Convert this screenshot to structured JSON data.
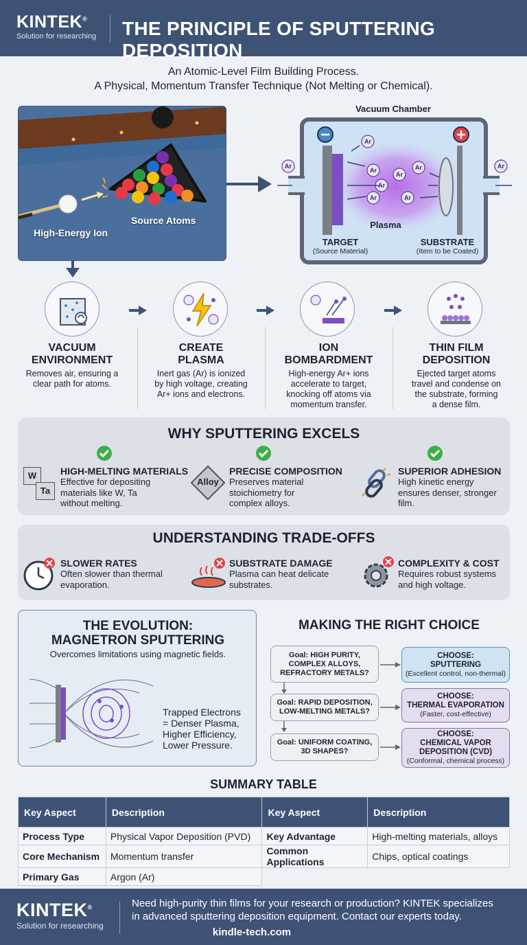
{
  "brand": {
    "name": "KINTEK",
    "tagline": "Solution for researching"
  },
  "title": "THE PRINCIPLE OF SPUTTERING DEPOSITION",
  "intro": [
    "An Atomic-Level Film Building Process.",
    "A Physical, Momentum Transfer Technique (Not Melting or Chemical)."
  ],
  "analogy": {
    "ion_label": "High-Energy Ion",
    "atoms_label": "Source Atoms"
  },
  "chamber": {
    "title": "Vacuum Chamber",
    "plasma": "Plasma",
    "ion": "Ar",
    "ion_side": "Aг",
    "target": "TARGET",
    "target_sub": "(Source Material)",
    "substrate": "SUBSTRATE",
    "substrate_sub": "(Item to be Coated)"
  },
  "steps": [
    {
      "title": [
        "VACUUM",
        "ENVIRONMENT"
      ],
      "desc": [
        "Removes air, ensuring a",
        "clear path for atoms."
      ]
    },
    {
      "title": [
        "CREATE",
        "PLASMA"
      ],
      "desc": [
        "Inert gas (Ar) is ionized",
        "by high voltage, creating",
        "Ar+ ions and electrons."
      ]
    },
    {
      "title": [
        "ION",
        "BOMBARDMENT"
      ],
      "desc": [
        "High-energy Ar+ ions",
        "accelerate to target,",
        "knocking off atoms via",
        "momentum transfer."
      ]
    },
    {
      "title": [
        "THIN FILM",
        "DEPOSITION"
      ],
      "desc": [
        "Ejected target atoms",
        "travel and condense on",
        "the substrate, forming",
        "a dense film."
      ]
    }
  ],
  "why": {
    "title": "WHY SPUTTERING EXCELS",
    "items": [
      {
        "title": "HIGH-MELTING MATERIALS",
        "desc": [
          "Effective for depositing",
          "materials like W, Ta",
          "without melting."
        ],
        "icon_text": [
          "W",
          "Ta"
        ]
      },
      {
        "title": "PRECISE COMPOSITION",
        "desc": [
          "Preserves material",
          "stoichiometry for",
          "complex alloys."
        ],
        "icon_text": [
          "Alloy"
        ]
      },
      {
        "title": "SUPERIOR ADHESION",
        "desc": [
          "High kinetic energy",
          "ensures denser, stronger",
          "film."
        ]
      }
    ]
  },
  "tradeoffs": {
    "title": "UNDERSTANDING TRADE-OFFS",
    "items": [
      {
        "title": "SLOWER RATES",
        "desc": [
          "Often slower than thermal",
          "evaporation."
        ]
      },
      {
        "title": "SUBSTRATE DAMAGE",
        "desc": [
          "Plasma can heat delicate",
          "substrates."
        ]
      },
      {
        "title": "COMPLEXITY & COST",
        "desc": [
          "Requires robust systems",
          "and high voltage."
        ]
      }
    ]
  },
  "magnetron": {
    "title": [
      "THE EVOLUTION:",
      "MAGNETRON SPUTTERING"
    ],
    "sub": "Overcomes limitations using magnetic fields.",
    "note": [
      "Trapped Electrons",
      "= Denser Plasma,",
      "Higher Efficiency,",
      "Lower Pressure."
    ]
  },
  "choice": {
    "title": "MAKING THE RIGHT CHOICE",
    "rows": [
      {
        "goal": [
          "Goal: HIGH PURITY,",
          "COMPLEX ALLOYS,",
          "REFRACTORY METALS?"
        ],
        "choose": "CHOOSE:",
        "option": [
          "SPUTTERING"
        ],
        "note": "(Excellent control, non-thermal)",
        "color": "#cfe3f3",
        "border": "#5e8fbf"
      },
      {
        "goal": [
          "Goal: RAPID DEPOSITION,",
          "LOW-MELTING METALS?"
        ],
        "choose": "CHOOSE:",
        "option": [
          "THERMAL EVAPORATION"
        ],
        "note": "(Faster, cost-effective)",
        "color": "#e5dcef",
        "border": "#8a6fae"
      },
      {
        "goal": [
          "Goal: UNIFORM COATING,",
          "3D SHAPES?"
        ],
        "choose": "CHOOSE:",
        "option": [
          "CHEMICAL VAPOR",
          "DEPOSITION (CVD)"
        ],
        "note": "(Conformal, chemical process)",
        "color": "#e5dcef",
        "border": "#8a6fae"
      }
    ]
  },
  "summary": {
    "title": "SUMMARY TABLE",
    "headers": [
      "Key Aspect",
      "Description",
      "Key Aspect",
      "Description"
    ],
    "rows": [
      [
        "Process Type",
        "Physical Vapor Deposition (PVD)",
        "Key Advantage",
        "High-melting materials, alloys"
      ],
      [
        "Core Mechanism",
        "Momentum transfer",
        "Common Applications",
        "Chips, optical coatings"
      ],
      [
        "Primary Gas",
        "Argon (Ar)",
        "",
        ""
      ]
    ]
  },
  "footer": {
    "text": [
      "Need high-purity thin films for your research or production? KINTEK specializes",
      "in advanced sputtering deposition equipment. Contact our experts today."
    ],
    "url": "kindle-tech.com"
  },
  "colors": {
    "navy": "#3e5276",
    "green_check": "#3fae49",
    "red_x": "#e0434a",
    "purple": "#7b4fc4"
  }
}
